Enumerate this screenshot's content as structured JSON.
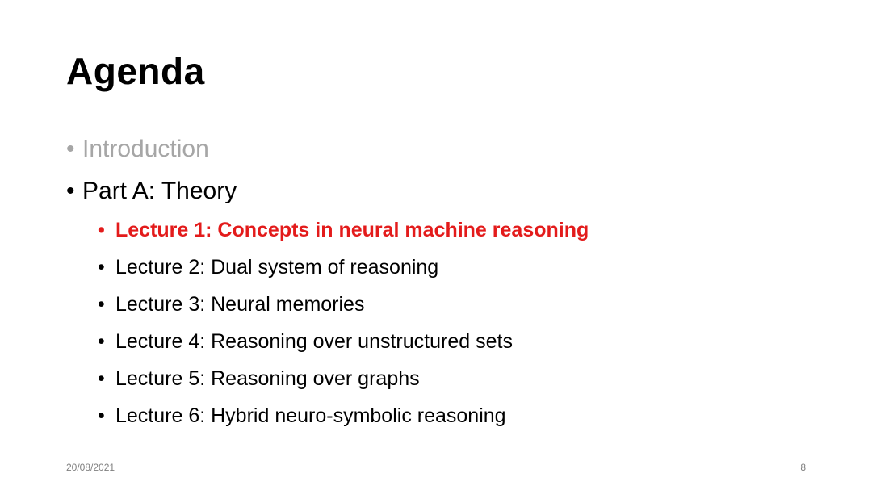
{
  "slide": {
    "title": "Agenda",
    "bullet_char": "•",
    "items": [
      {
        "text": "Introduction"
      },
      {
        "text": "Part A: Theory"
      }
    ],
    "subitems": [
      {
        "text": "Lecture 1: Concepts in neural machine reasoning"
      },
      {
        "text": "Lecture 2: Dual system of reasoning"
      },
      {
        "text": "Lecture 3: Neural memories"
      },
      {
        "text": "Lecture 4: Reasoning over unstructured sets"
      },
      {
        "text": "Lecture 5: Reasoning over graphs"
      },
      {
        "text": "Lecture 6: Hybrid neuro-symbolic reasoning"
      }
    ],
    "footer": {
      "date": "20/08/2021",
      "page_number": "8"
    }
  },
  "colors": {
    "text": "#000000",
    "dimmed": "#a6a6a6",
    "highlight": "#e31b1b",
    "footer": "#7f7f7f"
  }
}
